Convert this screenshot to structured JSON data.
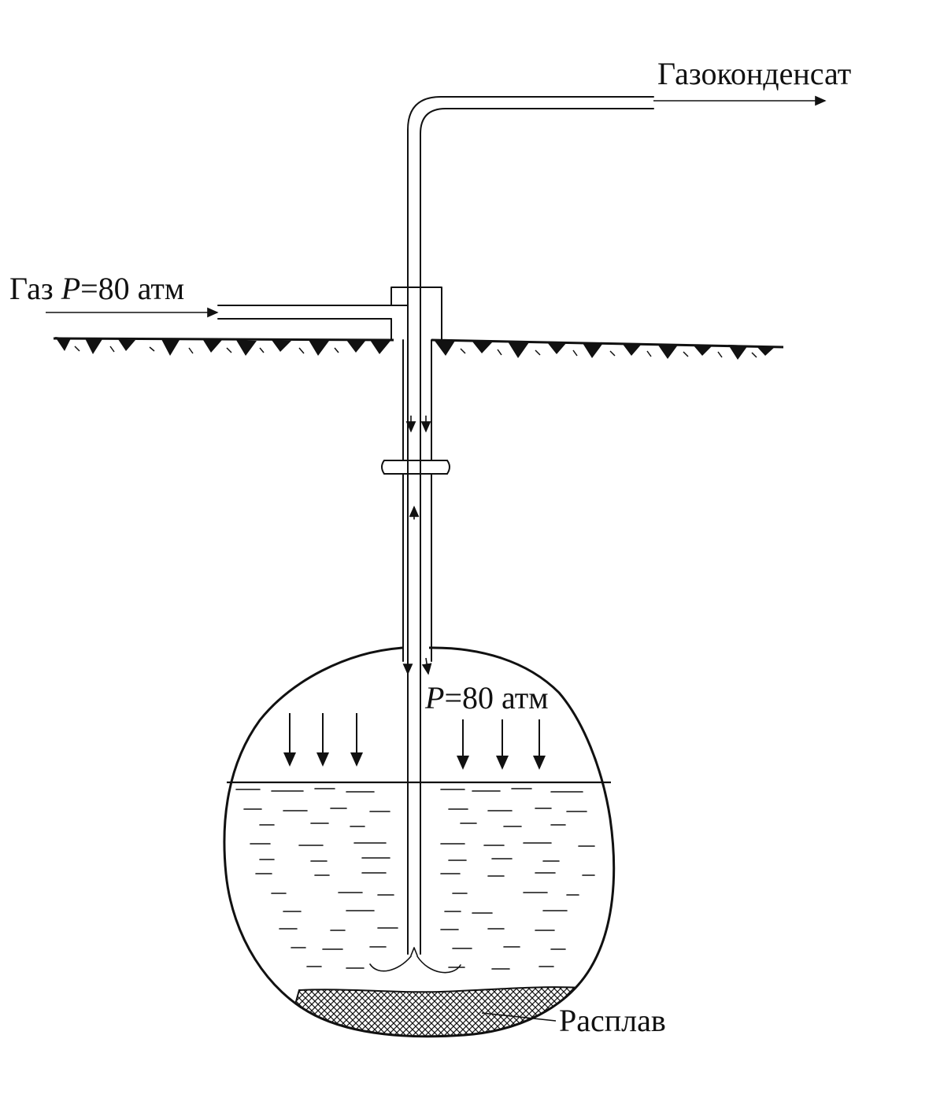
{
  "labels": {
    "gas_condensate": "Газоконденсат",
    "gas_in_prefix": "Газ ",
    "gas_in_symbol": "P",
    "gas_in_value": "=80 атм",
    "cavity_symbol": "P",
    "cavity_value": "=80 атм",
    "melt": "Расплав"
  },
  "colors": {
    "ink": "#111111",
    "background": "#ffffff"
  }
}
